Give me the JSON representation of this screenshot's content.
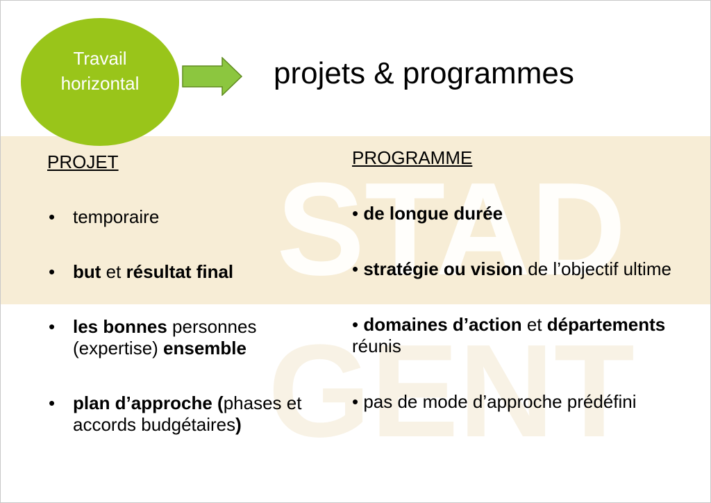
{
  "header": {
    "badge_line1": "Travail",
    "badge_line2": "horizontal",
    "title": "projets & programmes"
  },
  "watermark": {
    "line1": "STAD",
    "line2": "GENT"
  },
  "projet": {
    "heading": "PROJET",
    "items": [
      {
        "a": "temporaire"
      },
      {
        "a": "but",
        "b": " et ",
        "c": "résultat final"
      },
      {
        "a": "les bonnes",
        "b": " personnes (expertise) ",
        "c": "ensemble"
      },
      {
        "a": "plan d’approche (",
        "b": "phases et accords budgétaires",
        "c": ")"
      }
    ]
  },
  "programme": {
    "heading": "PROGRAMME",
    "items": [
      {
        "bullet": "• ",
        "a": "de longue durée"
      },
      {
        "bullet": "• ",
        "a": "stratégie ou vision",
        "b": " de l’objectif ultime"
      },
      {
        "bullet": "•  ",
        "a": "domaines d’action",
        "b": " et ",
        "c": "départements",
        "d": " réunis"
      },
      {
        "bullet": "•  ",
        "b": "pas de mode d’approche prédéfini"
      }
    ]
  },
  "colors": {
    "badge": "#99c51a",
    "arrow": "#8cc63f",
    "band": "#f7edd6",
    "watermark": "#ffffff"
  }
}
